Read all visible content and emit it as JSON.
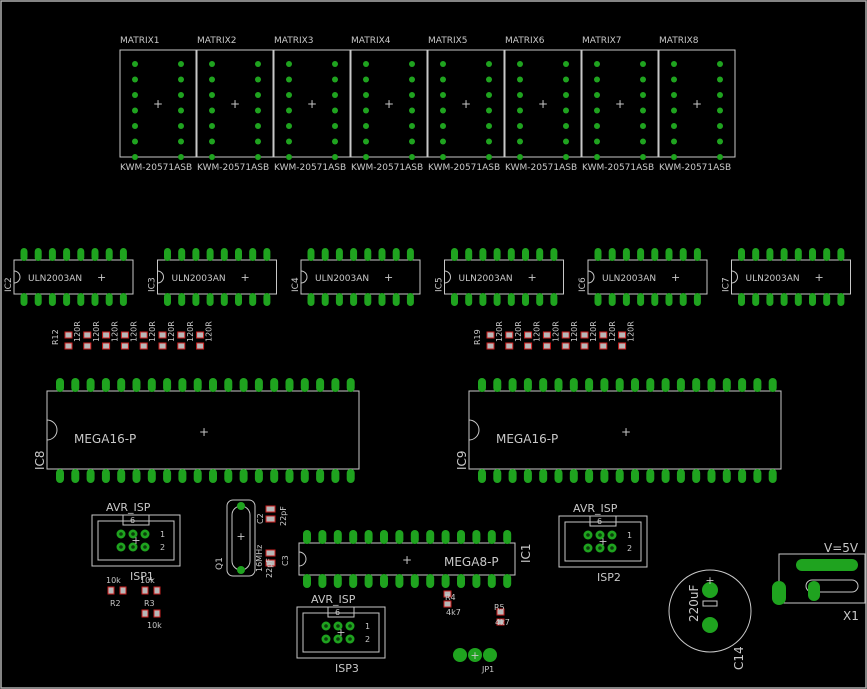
{
  "colors": {
    "background": "#000000",
    "silk": "#c8c8c8",
    "pad": "#1fa31f",
    "smd_outline": "#cc1f1f",
    "border": "#b0b0b0"
  },
  "matrices": [
    {
      "name": "MATRIX1",
      "value": "KWM-20571ASB"
    },
    {
      "name": "MATRIX2",
      "value": "KWM-20571ASB"
    },
    {
      "name": "MATRIX3",
      "value": "KWM-20571ASB"
    },
    {
      "name": "MATRIX4",
      "value": "KWM-20571ASB"
    },
    {
      "name": "MATRIX5",
      "value": "KWM-20571ASB"
    },
    {
      "name": "MATRIX6",
      "value": "KWM-20571ASB"
    },
    {
      "name": "MATRIX7",
      "value": "KWM-20571ASB"
    },
    {
      "name": "MATRIX8",
      "value": "KWM-20571ASB"
    }
  ],
  "drivers": [
    {
      "name": "IC2",
      "value": "ULN2003AN"
    },
    {
      "name": "IC3",
      "value": "ULN2003AN"
    },
    {
      "name": "IC4",
      "value": "ULN2003AN"
    },
    {
      "name": "IC5",
      "value": "ULN2003AN"
    },
    {
      "name": "IC6",
      "value": "ULN2003AN"
    },
    {
      "name": "IC7",
      "value": "ULN2003AN"
    }
  ],
  "resistor_arrays": [
    {
      "ref": "R12",
      "values": [
        "120R",
        "120R",
        "120R",
        "120R",
        "120R",
        "120R",
        "120R",
        "120R"
      ]
    },
    {
      "ref": "R19",
      "values": [
        "120R",
        "120R",
        "120R",
        "120R",
        "120R",
        "120R",
        "120R",
        "120R"
      ]
    }
  ],
  "mcus": [
    {
      "name": "IC8",
      "value": "MEGA16-P"
    },
    {
      "name": "IC9",
      "value": "MEGA16-P"
    },
    {
      "name": "IC1",
      "value": "MEGA8-P"
    }
  ],
  "isp_headers": [
    {
      "name": "ISP1",
      "value": "AVR_ISP",
      "pin_top": "6",
      "pin_1": "1",
      "pin_2": "2"
    },
    {
      "name": "ISP2",
      "value": "AVR_ISP",
      "pin_top": "6",
      "pin_1": "1",
      "pin_2": "2"
    },
    {
      "name": "ISP3",
      "value": "AVR_ISP",
      "pin_top": "6",
      "pin_1": "1",
      "pin_2": "2"
    }
  ],
  "crystal": {
    "name": "Q1",
    "value": "16MHz"
  },
  "caps": [
    {
      "name": "C2",
      "value": "22pF"
    },
    {
      "name": "C3",
      "value": "22pF"
    },
    {
      "name": "C14",
      "value": "220uF"
    }
  ],
  "resistors": [
    {
      "name": "R2",
      "value": "10k"
    },
    {
      "name": "R3",
      "value": "10k"
    },
    {
      "name": "R4",
      "value": "4k7"
    },
    {
      "name": "R5",
      "value": "4k7"
    }
  ],
  "r_extra_values": [
    "10k"
  ],
  "jumper": {
    "name": "JP1"
  },
  "power_jack": {
    "name": "X1",
    "value": "V=5V"
  }
}
